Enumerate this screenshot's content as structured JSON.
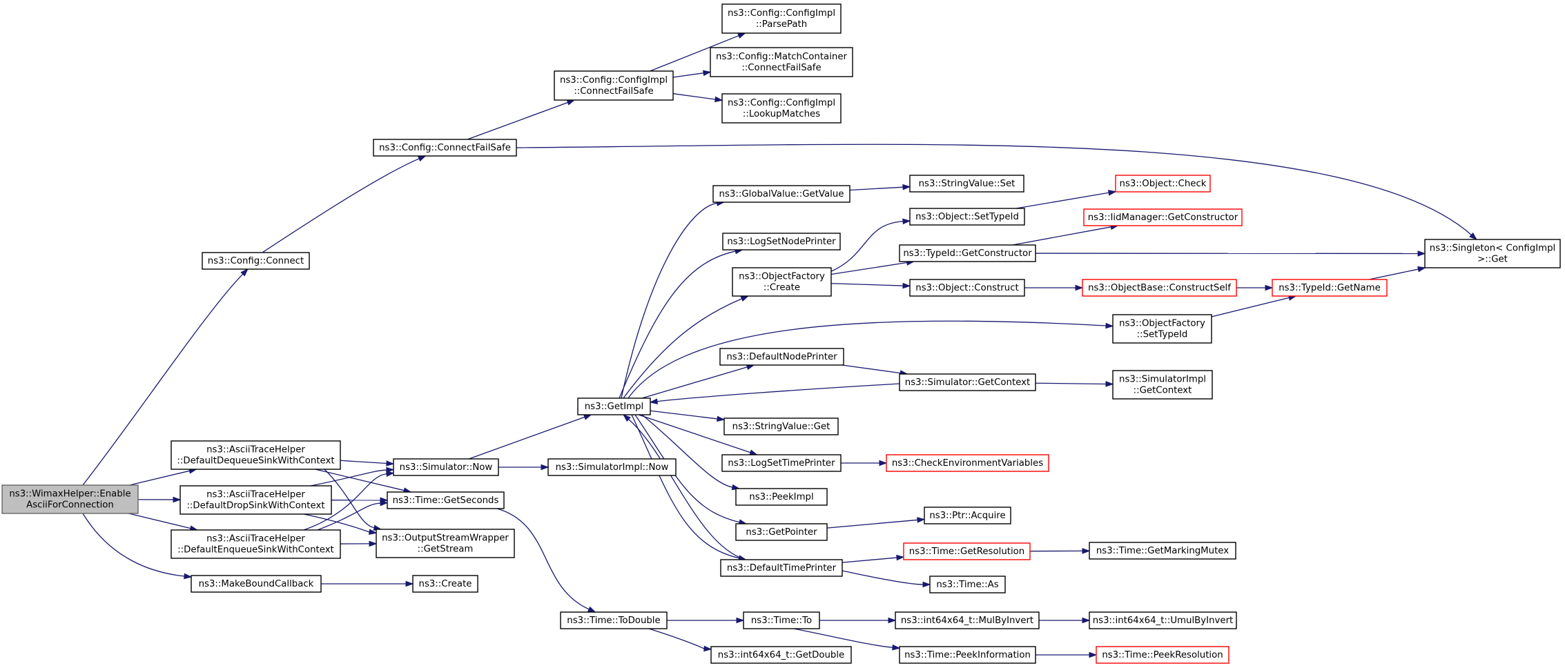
{
  "diagram": {
    "type": "call-graph",
    "edge_color": "#191970",
    "root_fill": "#bfbfbf",
    "truncated_border_color": "#ff0000",
    "nodes": [
      {
        "id": "root",
        "lines": [
          "ns3::WimaxHelper::Enable",
          "AsciiForConnection"
        ],
        "style": "root"
      },
      {
        "id": "config_connect",
        "lines": [
          "ns3::Config::Connect"
        ]
      },
      {
        "id": "config_connectfailsafe",
        "lines": [
          "ns3::Config::ConnectFailSafe"
        ]
      },
      {
        "id": "configimpl_connectfailsafe",
        "lines": [
          "ns3::Config::ConfigImpl",
          "::ConnectFailSafe"
        ]
      },
      {
        "id": "configimpl_parsepath",
        "lines": [
          "ns3::Config::ConfigImpl",
          "::ParsePath"
        ]
      },
      {
        "id": "matchcontainer_connectfailsafe",
        "lines": [
          "ns3::Config::MatchContainer",
          "::ConnectFailSafe"
        ]
      },
      {
        "id": "configimpl_lookupmatches",
        "lines": [
          "ns3::Config::ConfigImpl",
          "::LookupMatches"
        ]
      },
      {
        "id": "singleton_get",
        "lines": [
          "ns3::Singleton< ConfigImpl",
          " >::Get"
        ]
      },
      {
        "id": "ascii_dequeue",
        "lines": [
          "ns3::AsciiTraceHelper",
          "::DefaultDequeueSinkWithContext"
        ]
      },
      {
        "id": "ascii_drop",
        "lines": [
          "ns3::AsciiTraceHelper",
          "::DefaultDropSinkWithContext"
        ]
      },
      {
        "id": "ascii_enqueue",
        "lines": [
          "ns3::AsciiTraceHelper",
          "::DefaultEnqueueSinkWithContext"
        ]
      },
      {
        "id": "makeboundcallback",
        "lines": [
          "ns3::MakeBoundCallback"
        ]
      },
      {
        "id": "simulator_now",
        "lines": [
          "ns3::Simulator::Now"
        ]
      },
      {
        "id": "time_getseconds",
        "lines": [
          "ns3::Time::GetSeconds"
        ]
      },
      {
        "id": "outputstream_getstream",
        "lines": [
          "ns3::OutputStreamWrapper",
          "::GetStream"
        ]
      },
      {
        "id": "create",
        "lines": [
          "ns3::Create"
        ]
      },
      {
        "id": "getimpl",
        "lines": [
          "ns3::GetImpl"
        ]
      },
      {
        "id": "simulatorimpl_now",
        "lines": [
          "ns3::SimulatorImpl::Now"
        ]
      },
      {
        "id": "time_todouble",
        "lines": [
          "ns3::Time::ToDouble"
        ]
      },
      {
        "id": "globalvalue_getvalue",
        "lines": [
          "ns3::GlobalValue::GetValue"
        ]
      },
      {
        "id": "stringvalue_set",
        "lines": [
          "ns3::StringValue::Set"
        ]
      },
      {
        "id": "logsetnodeprinter",
        "lines": [
          "ns3::LogSetNodePrinter"
        ]
      },
      {
        "id": "objectfactory_create",
        "lines": [
          "ns3::ObjectFactory",
          "::Create"
        ]
      },
      {
        "id": "object_settypeid",
        "lines": [
          "ns3::Object::SetTypeId"
        ]
      },
      {
        "id": "object_check",
        "lines": [
          "ns3::Object::Check"
        ],
        "style": "red"
      },
      {
        "id": "typeid_getconstructor",
        "lines": [
          "ns3::TypeId::GetConstructor"
        ]
      },
      {
        "id": "iidmanager_getconstructor",
        "lines": [
          "ns3::IidManager::GetConstructor"
        ],
        "style": "red"
      },
      {
        "id": "object_construct",
        "lines": [
          "ns3::Object::Construct"
        ]
      },
      {
        "id": "objectbase_constructself",
        "lines": [
          "ns3::ObjectBase::ConstructSelf"
        ],
        "style": "red"
      },
      {
        "id": "typeid_getname",
        "lines": [
          "ns3::TypeId::GetName"
        ],
        "style": "red"
      },
      {
        "id": "objectfactory_settypeid",
        "lines": [
          "ns3::ObjectFactory",
          "::SetTypeId"
        ]
      },
      {
        "id": "defaultnodeprinter",
        "lines": [
          "ns3::DefaultNodePrinter"
        ]
      },
      {
        "id": "simulator_getcontext",
        "lines": [
          "ns3::Simulator::GetContext"
        ]
      },
      {
        "id": "simulatorimpl_getcontext",
        "lines": [
          "ns3::SimulatorImpl",
          "::GetContext"
        ]
      },
      {
        "id": "stringvalue_get",
        "lines": [
          "ns3::StringValue::Get"
        ]
      },
      {
        "id": "logsettimeprinter",
        "lines": [
          "ns3::LogSetTimePrinter"
        ]
      },
      {
        "id": "checkenvvars",
        "lines": [
          "ns3::CheckEnvironmentVariables"
        ],
        "style": "red"
      },
      {
        "id": "peekimpl",
        "lines": [
          "ns3::PeekImpl"
        ]
      },
      {
        "id": "getpointer",
        "lines": [
          "ns3::GetPointer"
        ]
      },
      {
        "id": "ptr_acquire",
        "lines": [
          "ns3::Ptr::Acquire"
        ]
      },
      {
        "id": "defaulttimeprinter",
        "lines": [
          "ns3::DefaultTimePrinter"
        ]
      },
      {
        "id": "time_getresolution",
        "lines": [
          "ns3::Time::GetResolution"
        ],
        "style": "red"
      },
      {
        "id": "time_getmarkingmutex",
        "lines": [
          "ns3::Time::GetMarkingMutex"
        ]
      },
      {
        "id": "time_as",
        "lines": [
          "ns3::Time::As"
        ]
      },
      {
        "id": "time_to",
        "lines": [
          "ns3::Time::To"
        ]
      },
      {
        "id": "int64_mulbyinvert",
        "lines": [
          "ns3::int64x64_t::MulByInvert"
        ]
      },
      {
        "id": "int64_umulbyinvert",
        "lines": [
          "ns3::int64x64_t::UmulByInvert"
        ]
      },
      {
        "id": "int64_getdouble",
        "lines": [
          "ns3::int64x64_t::GetDouble"
        ]
      },
      {
        "id": "time_peekinformation",
        "lines": [
          "ns3::Time::PeekInformation"
        ]
      },
      {
        "id": "time_peekresolution",
        "lines": [
          "ns3::Time::PeekResolution"
        ],
        "style": "red"
      }
    ],
    "edges": [
      [
        "root",
        "config_connect"
      ],
      [
        "root",
        "ascii_dequeue"
      ],
      [
        "root",
        "ascii_drop"
      ],
      [
        "root",
        "ascii_enqueue"
      ],
      [
        "root",
        "makeboundcallback"
      ],
      [
        "config_connect",
        "config_connectfailsafe"
      ],
      [
        "config_connectfailsafe",
        "configimpl_connectfailsafe"
      ],
      [
        "config_connectfailsafe",
        "singleton_get"
      ],
      [
        "configimpl_connectfailsafe",
        "configimpl_parsepath"
      ],
      [
        "configimpl_connectfailsafe",
        "matchcontainer_connectfailsafe"
      ],
      [
        "configimpl_connectfailsafe",
        "configimpl_lookupmatches"
      ],
      [
        "ascii_dequeue",
        "simulator_now"
      ],
      [
        "ascii_dequeue",
        "time_getseconds"
      ],
      [
        "ascii_dequeue",
        "outputstream_getstream"
      ],
      [
        "ascii_drop",
        "simulator_now"
      ],
      [
        "ascii_drop",
        "time_getseconds"
      ],
      [
        "ascii_drop",
        "outputstream_getstream"
      ],
      [
        "ascii_enqueue",
        "simulator_now"
      ],
      [
        "ascii_enqueue",
        "time_getseconds"
      ],
      [
        "ascii_enqueue",
        "outputstream_getstream"
      ],
      [
        "makeboundcallback",
        "create"
      ],
      [
        "simulator_now",
        "getimpl"
      ],
      [
        "simulator_now",
        "simulatorimpl_now"
      ],
      [
        "time_getseconds",
        "time_todouble"
      ],
      [
        "getimpl",
        "globalvalue_getvalue"
      ],
      [
        "getimpl",
        "logsetnodeprinter"
      ],
      [
        "getimpl",
        "objectfactory_create"
      ],
      [
        "getimpl",
        "objectfactory_settypeid"
      ],
      [
        "getimpl",
        "defaultnodeprinter"
      ],
      [
        "getimpl",
        "stringvalue_get"
      ],
      [
        "getimpl",
        "logsettimeprinter"
      ],
      [
        "getimpl",
        "peekimpl"
      ],
      [
        "getimpl",
        "getpointer"
      ],
      [
        "getimpl",
        "defaulttimeprinter"
      ],
      [
        "globalvalue_getvalue",
        "stringvalue_set"
      ],
      [
        "objectfactory_create",
        "object_settypeid"
      ],
      [
        "objectfactory_create",
        "typeid_getconstructor"
      ],
      [
        "objectfactory_create",
        "object_construct"
      ],
      [
        "object_settypeid",
        "object_check"
      ],
      [
        "typeid_getconstructor",
        "iidmanager_getconstructor"
      ],
      [
        "typeid_getconstructor",
        "singleton_get"
      ],
      [
        "object_construct",
        "objectbase_constructself"
      ],
      [
        "objectbase_constructself",
        "typeid_getname"
      ],
      [
        "objectfactory_settypeid",
        "typeid_getname"
      ],
      [
        "typeid_getname",
        "singleton_get"
      ],
      [
        "defaultnodeprinter",
        "simulator_getcontext"
      ],
      [
        "simulator_getcontext",
        "getimpl"
      ],
      [
        "simulator_getcontext",
        "simulatorimpl_getcontext"
      ],
      [
        "logsettimeprinter",
        "checkenvvars"
      ],
      [
        "getpointer",
        "ptr_acquire"
      ],
      [
        "defaulttimeprinter",
        "getimpl"
      ],
      [
        "defaulttimeprinter",
        "time_getresolution"
      ],
      [
        "defaulttimeprinter",
        "time_as"
      ],
      [
        "time_getresolution",
        "time_getmarkingmutex"
      ],
      [
        "time_todouble",
        "time_to"
      ],
      [
        "time_todouble",
        "int64_getdouble"
      ],
      [
        "time_to",
        "int64_mulbyinvert"
      ],
      [
        "time_to",
        "time_peekinformation"
      ],
      [
        "int64_mulbyinvert",
        "int64_umulbyinvert"
      ],
      [
        "time_peekinformation",
        "time_peekresolution"
      ]
    ]
  }
}
